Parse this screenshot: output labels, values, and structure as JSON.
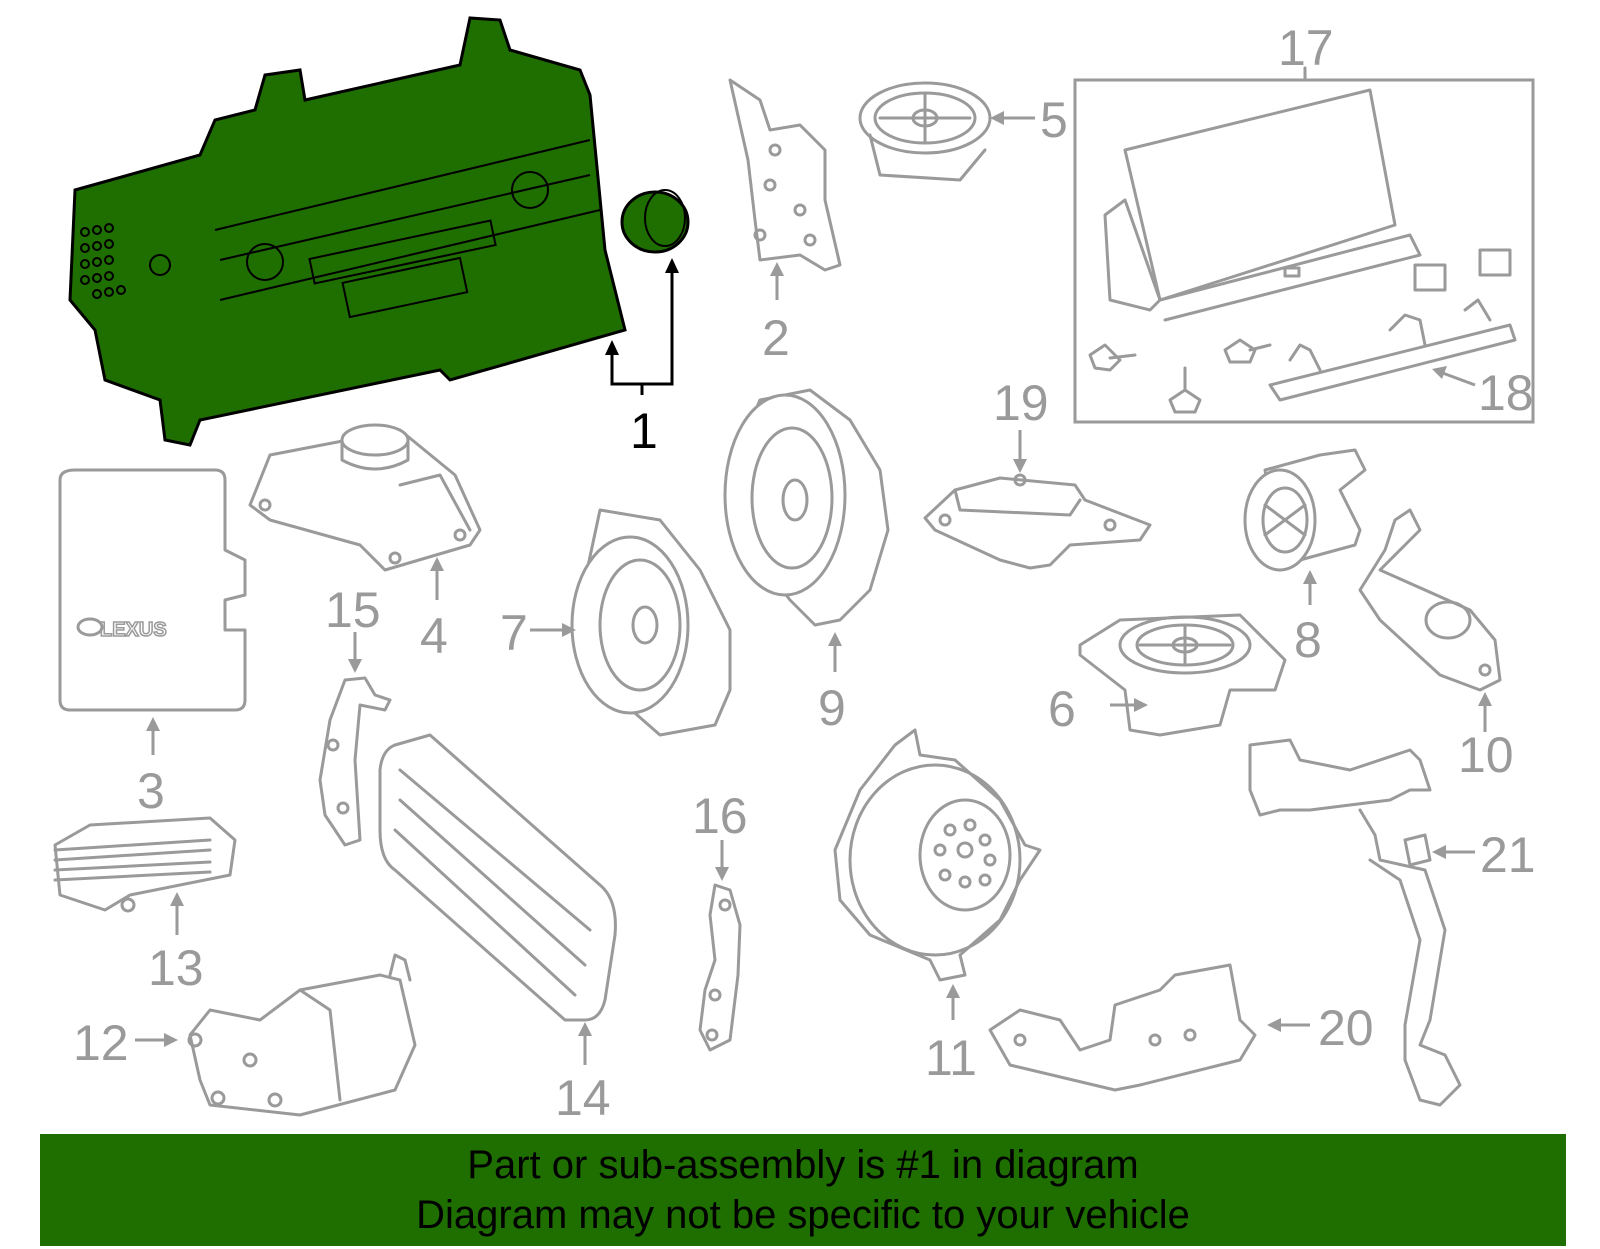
{
  "colors": {
    "highlight_green": "#1e6e00",
    "line_gray": "#9a9a9a",
    "banner_green": "#1e6e00"
  },
  "callouts": {
    "c1": "1",
    "c2": "2",
    "c3": "3",
    "c4": "4",
    "c5": "5",
    "c6": "6",
    "c7": "7",
    "c8": "8",
    "c9": "9",
    "c10": "10",
    "c11": "11",
    "c12": "12",
    "c13": "13",
    "c14": "14",
    "c15": "15",
    "c16": "16",
    "c17": "17",
    "c18": "18",
    "c19": "19",
    "c20": "20",
    "c21": "21"
  },
  "logo_text": "LEXUS",
  "banner": {
    "line1": "Part or sub-assembly is #1 in diagram",
    "line2": "Diagram may not be specific to your vehicle"
  }
}
